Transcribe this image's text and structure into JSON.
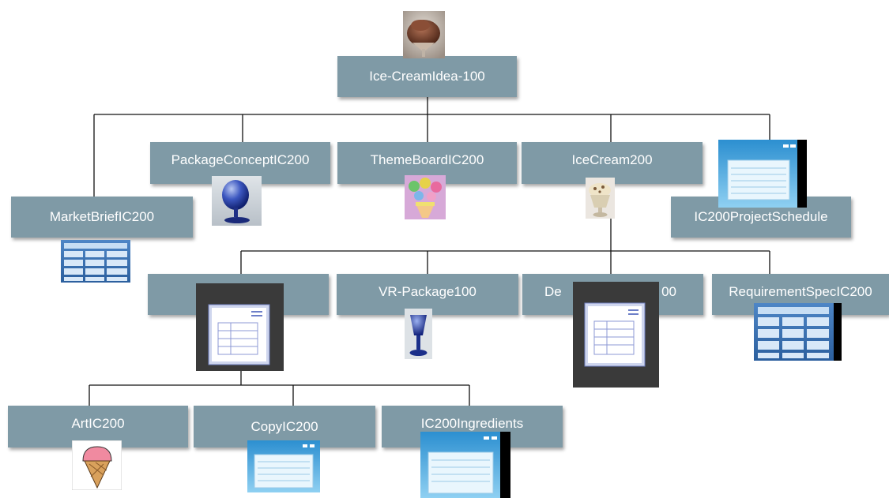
{
  "root": {
    "label": "Ice-CreamIdea-100",
    "icon": "chocolate-ice-cream-photo"
  },
  "level1": [
    {
      "label": "MarketBriefIC200",
      "icon": "table-document-icon"
    },
    {
      "label": "PackageConceptIC200",
      "icon": "blue-cup-3d-icon"
    },
    {
      "label": "ThemeBoardIC200",
      "icon": "ice-cream-balloons-image"
    },
    {
      "label": "IceCream200",
      "icon": "vanilla-ice-cream-photo"
    },
    {
      "label": "IC200ProjectSchedule",
      "icon": "window-document-icon"
    }
  ],
  "level2": [
    {
      "label": "",
      "icon": "form-document-icon"
    },
    {
      "label": "VR-Package100",
      "icon": "blue-goblet-3d-icon"
    },
    {
      "label_left": "De",
      "label_right": "00",
      "icon": "form-document-icon"
    },
    {
      "label": "RequirementSpecIC200",
      "icon": "table-document-icon"
    }
  ],
  "level3": [
    {
      "label": "ArtIC200",
      "icon": "ice-cream-cone-icon"
    },
    {
      "label": "CopyIC200",
      "icon": "window-document-icon"
    },
    {
      "label": "IC200Ingredients",
      "icon": "window-document-icon"
    }
  ]
}
